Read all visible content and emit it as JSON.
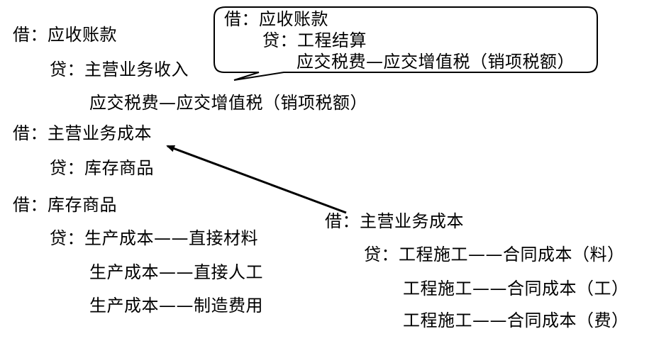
{
  "left_entries": {
    "entry1": {
      "debit": "借：应收账款",
      "credit1": "贷：主营业务收入",
      "credit2": "应交税费—应交增值税（销项税额）"
    },
    "entry2": {
      "debit": "借：主营业务成本",
      "credit1": "贷：库存商品"
    },
    "entry3": {
      "debit": "借：库存商品",
      "credit1": "贷：生产成本——直接材料",
      "credit2": "生产成本——直接人工",
      "credit3": "生产成本——制造费用"
    }
  },
  "callout": {
    "debit": "借：应收账款",
    "credit1": "贷：工程结算",
    "credit2": "应交税费—应交增值税（销项税额）"
  },
  "right_entry": {
    "debit": "借：主营业务成本",
    "credit1": "贷：工程施工——合同成本（料）",
    "credit2": "工程施工——合同成本（工）",
    "credit3": "工程施工——合同成本（费）"
  }
}
